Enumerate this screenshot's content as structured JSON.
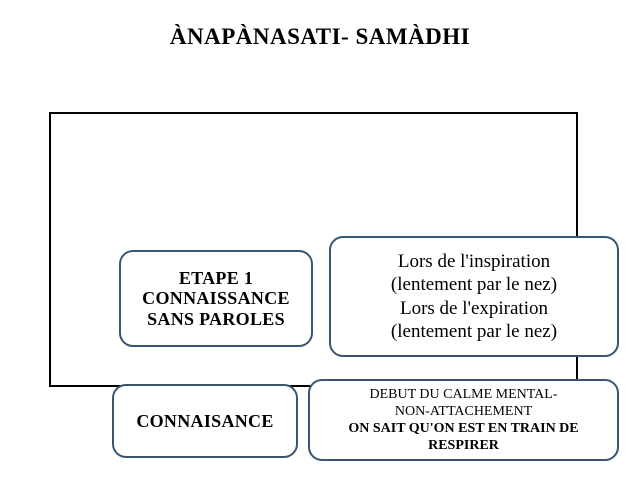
{
  "page": {
    "title": "ÀNAPÀNASATI- SAMÀDHI",
    "background_color": "#ffffff",
    "frame_border_color": "#000000",
    "box_border_color": "#3a5472"
  },
  "diagram": {
    "boxes": [
      {
        "id": "etape1",
        "name": "Etape 1 box",
        "weight": "bold",
        "lines": [
          "ETAPE 1",
          "CONNAISSANCE",
          "SANS PAROLES"
        ]
      },
      {
        "id": "breathing",
        "name": "Breathing instruction box",
        "weight": "normal",
        "lines": [
          "Lors de l'inspiration",
          "(lentement par le nez)",
          "Lors de l'expiration",
          "(lentement par le nez)"
        ]
      },
      {
        "id": "connaisance",
        "name": "Connaisance box",
        "weight": "bold",
        "lines": [
          "CONNAISANCE"
        ]
      },
      {
        "id": "calme",
        "name": "Calme mental box",
        "weight": "mixed",
        "lines": [
          "DEBUT DU CALME MENTAL-",
          "NON-ATTACHEMENT",
          "ON SAIT QU'ON EST EN TRAIN DE RESPIRER"
        ],
        "bold_lines": [
          "ON SAIT QU'ON EST EN TRAIN DE RESPIRER"
        ]
      }
    ]
  }
}
